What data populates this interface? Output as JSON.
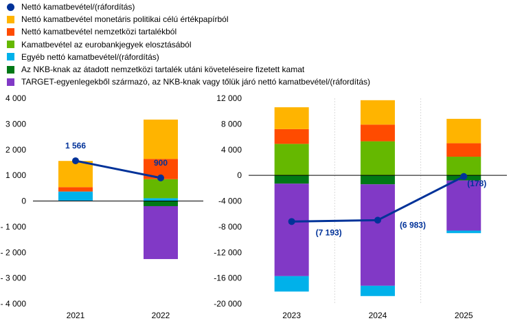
{
  "legend": {
    "items": [
      {
        "label": "Nettó kamatbevétel/(ráfordítás)",
        "color": "#003299",
        "kind": "line"
      },
      {
        "label": "Nettó kamatbevétel monetáris politikai célú értékpapírból",
        "color": "#FFB400",
        "kind": "bar"
      },
      {
        "label": "Nettó kamatbevétel nemzetközi tartalékból",
        "color": "#FF4B00",
        "kind": "bar"
      },
      {
        "label": "Kamatbevétel az eurobankjegyek elosztásából",
        "color": "#65B800",
        "kind": "bar"
      },
      {
        "label": "Egyéb nettó kamatbevétel/(ráfordítás)",
        "color": "#00B1EA",
        "kind": "bar"
      },
      {
        "label": "Az NKB-knak az átadott nemzetközi tartalék utáni követeléseire fizetett kamat",
        "color": "#007816",
        "kind": "bar"
      },
      {
        "label": "TARGET-egyenlegekből származó, az NKB-knak vagy tőlük járó nettó kamatbevétel/(ráfordítás)",
        "color": "#8139C6",
        "kind": "bar"
      }
    ]
  },
  "chart_data": [
    {
      "type": "bar",
      "stacked": true,
      "categories": [
        "2021",
        "2022"
      ],
      "ylim": [
        -4000,
        4000
      ],
      "yticks": [
        4000,
        3000,
        2000,
        1000,
        0,
        -1000,
        -2000,
        -3000,
        -4000
      ],
      "ytick_labels": [
        "4 000",
        "3 000",
        "2 000",
        "1 000",
        "0",
        "- 1 000",
        "- 2 000",
        "- 3 000",
        "- 4 000"
      ],
      "grid": false,
      "series": [
        {
          "name": "Egyéb nettó kamatbevétel/(ráfordítás)",
          "color": "#00B1EA",
          "values": [
            370,
            110
          ]
        },
        {
          "name": "Kamatbevétel az eurobankjegyek elosztásából",
          "color": "#65B800",
          "values": [
            0,
            740
          ]
        },
        {
          "name": "Nettó kamatbevétel nemzetközi tartalékból",
          "color": "#FF4B00",
          "values": [
            170,
            790
          ]
        },
        {
          "name": "Nettó kamatbevétel monetáris politikai célú értékpapírból",
          "color": "#FFB400",
          "values": [
            1020,
            1530
          ]
        },
        {
          "name": "Az NKB-knak az átadott nemzetközi tartalék utáni követeléseire fizetett kamat",
          "color": "#007816",
          "values": [
            0,
            -200
          ]
        },
        {
          "name": "TARGET-egyenlegekből származó, az NKB-knak vagy tőlük járó nettó kamatbevétel/(ráfordítás)",
          "color": "#8139C6",
          "values": [
            0,
            -2060
          ]
        }
      ],
      "line": {
        "name": "Nettó kamatbevétel/(ráfordítás)",
        "color": "#003299",
        "values": [
          1566,
          900
        ],
        "labels": [
          "1 566",
          "900"
        ]
      }
    },
    {
      "type": "bar",
      "stacked": true,
      "categories": [
        "2023",
        "2024",
        "2025"
      ],
      "ylim": [
        -20000,
        12000
      ],
      "yticks": [
        12000,
        8000,
        4000,
        0,
        -4000,
        -8000,
        -12000,
        -16000,
        -20000
      ],
      "ytick_labels": [
        "12 000",
        "8 000",
        "4 000",
        "0",
        "-4 000",
        "-8 000",
        "-12 000",
        "-16 000",
        "-20 000"
      ],
      "grid": true,
      "series": [
        {
          "name": "Kamatbevétel az eurobankjegyek elosztásából",
          "color": "#65B800",
          "values": [
            4900,
            5300,
            2900
          ]
        },
        {
          "name": "Nettó kamatbevétel nemzetközi tartalékból",
          "color": "#FF4B00",
          "values": [
            2300,
            2600,
            2100
          ]
        },
        {
          "name": "Nettó kamatbevétel monetáris politikai célú értékpapírból",
          "color": "#FFB400",
          "values": [
            3400,
            3800,
            3800
          ]
        },
        {
          "name": "Az NKB-knak az átadott nemzetközi tartalék utáni követeléseire fizetett kamat",
          "color": "#007816",
          "values": [
            -1300,
            -1400,
            -800
          ]
        },
        {
          "name": "TARGET-egyenlegekből származó, az NKB-knak vagy tőlük járó nettó kamatbevétel/(ráfordítás)",
          "color": "#8139C6",
          "values": [
            -14400,
            -15800,
            -7800
          ]
        },
        {
          "name": "Egyéb nettó kamatbevétel/(ráfordítás)",
          "color": "#00B1EA",
          "values": [
            -2400,
            -1600,
            -400
          ]
        }
      ],
      "line": {
        "name": "Nettó kamatbevétel/(ráfordítás)",
        "color": "#003299",
        "values": [
          -7193,
          -6983,
          -178
        ],
        "labels": [
          "(7 193)",
          "(6 983)",
          "(178)"
        ]
      }
    }
  ]
}
